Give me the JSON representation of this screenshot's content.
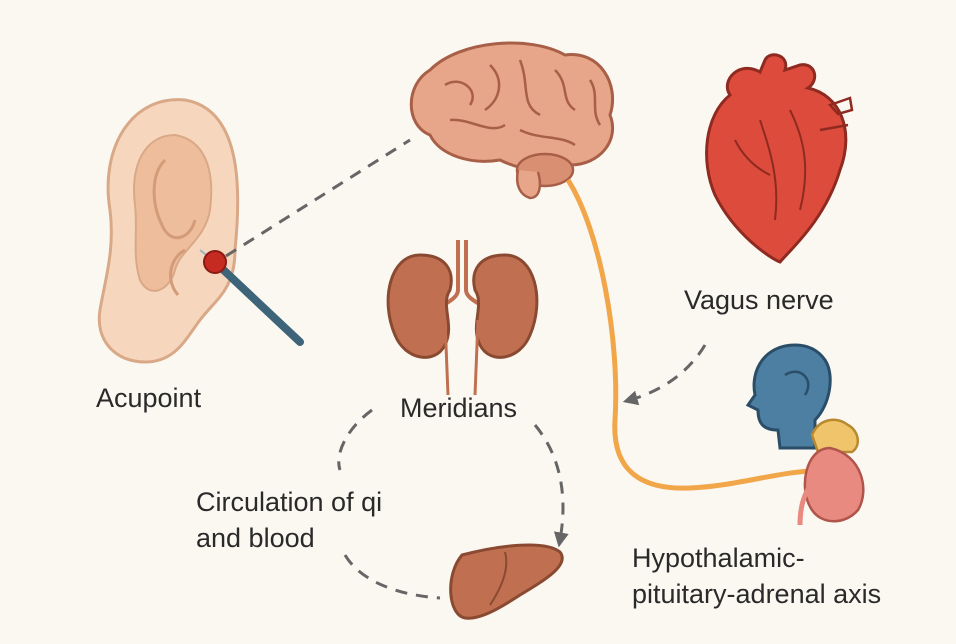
{
  "labels": {
    "acupoint": "Acupoint",
    "meridians": "Meridians",
    "circulation": "Circulation of qi\nand blood",
    "vagus_nerve": "Vagus nerve",
    "hpa_axis": "Hypothalamic-\npituitary-adrenal axis"
  },
  "icons": [
    "ear-icon",
    "acupuncture-needle-icon",
    "brain-icon",
    "heart-icon",
    "kidneys-icon",
    "liver-icon",
    "head-silhouette-icon",
    "adrenal-kidney-icon"
  ],
  "colors": {
    "background": "#fbf8f2",
    "skin": "#f6d7bd",
    "brain": "#e7a589",
    "heart": "#dd4b3c",
    "organ": "#c07050",
    "nerve": "#f2a64a",
    "head": "#4d7fa3",
    "gland": "#f0c46a",
    "dash": "#666666",
    "acupoint_dot": "#c62b22",
    "needle": "#3d6478"
  }
}
